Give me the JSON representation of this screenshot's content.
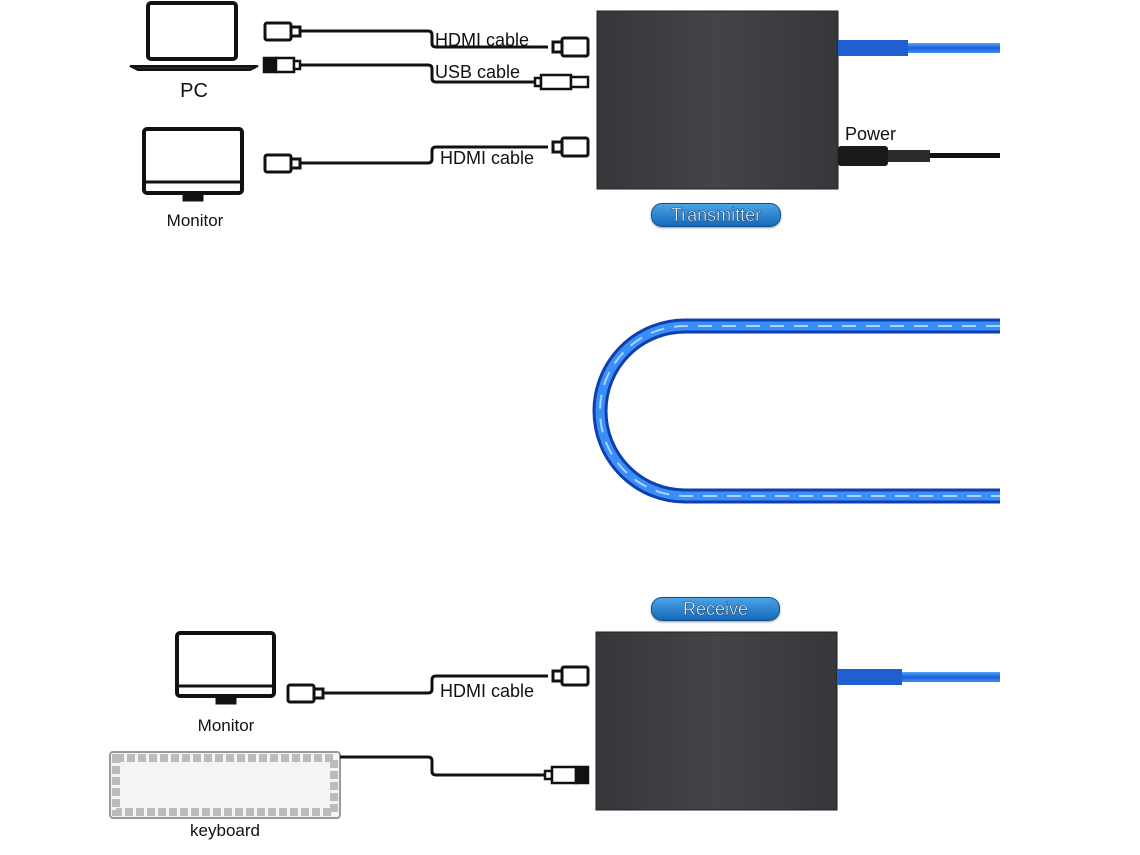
{
  "transmitter_side": {
    "pc_label": "PC",
    "monitor_label": "Monitor",
    "hdmi_cable_label_1": "HDMI cable",
    "usb_cable_label": "USB cable",
    "hdmi_cable_label_2": "HDMI cable",
    "power_label": "Power",
    "unit_badge": "Transmitter"
  },
  "receiver_side": {
    "unit_badge": "Receive",
    "monitor_label": "Monitor",
    "hdmi_cable_label": "HDMI cable",
    "keyboard_label": "keyboard"
  },
  "colors": {
    "device_box": "#3a3b3f",
    "network_cable": "#1f6fe0",
    "badge": "#2a86d4"
  }
}
